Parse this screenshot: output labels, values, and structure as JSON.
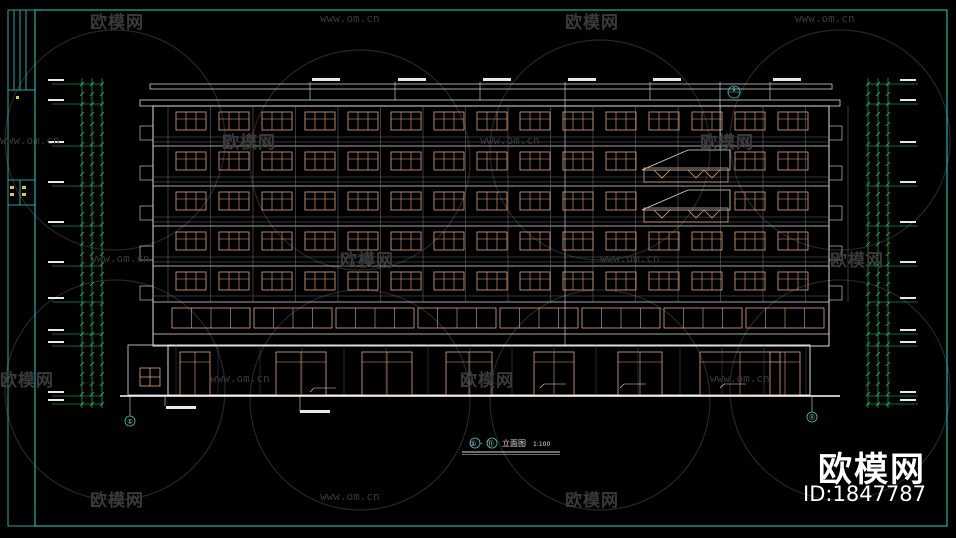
{
  "watermark": {
    "brand": "欧模网",
    "url": "www.om.cn"
  },
  "drawing": {
    "caption_axes": "①-⑪",
    "caption_title": "立面图",
    "caption_scale": "1:100",
    "left_axis_label": "①",
    "right_axis_label": "⑪",
    "grid_marker": "1"
  },
  "branding": {
    "name": "欧模网",
    "id_label": "ID:1847787"
  }
}
